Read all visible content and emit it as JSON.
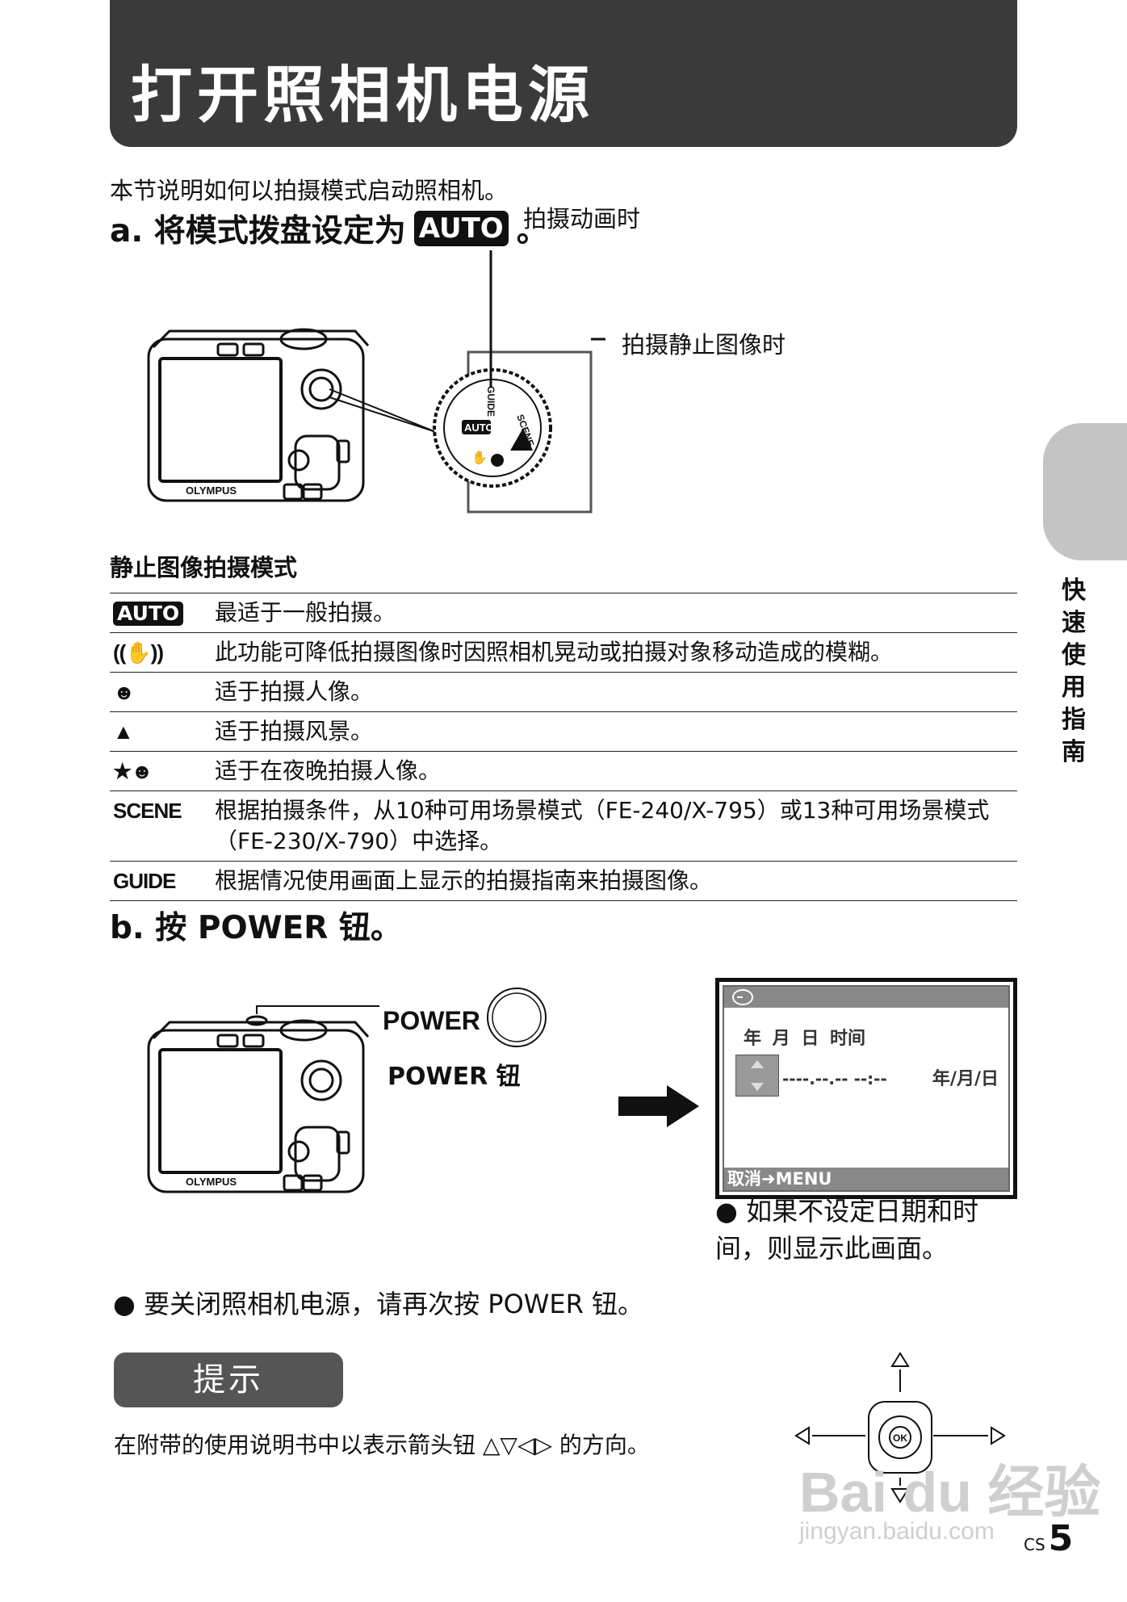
{
  "title": "打开照相机电源",
  "intro": "本节说明如何以拍摄模式启动照相机。",
  "step_a": {
    "prefix": "a. 将模式拨盘设定为",
    "badge": "AUTO",
    "suffix": "。"
  },
  "callouts": {
    "movie": "拍摄动画时",
    "still": "拍摄静止图像时"
  },
  "camera": {
    "brand": "OLYMPUS",
    "menu": "MENU",
    "ok": "OK"
  },
  "dial": {
    "guide": "GUIDE",
    "scene": "SCENE",
    "auto": "AUTO"
  },
  "modes_heading": "静止图像拍摄模式",
  "modes": [
    {
      "symbol": "AUTO",
      "icon": "auto-mode-icon",
      "desc": "最适于一般拍摄。"
    },
    {
      "symbol": "((✋))",
      "icon": "stabilization-icon",
      "desc": "此功能可降低拍摄图像时因照相机晃动或拍摄对象移动造成的模糊。"
    },
    {
      "symbol": "☻",
      "icon": "portrait-icon",
      "desc": "适于拍摄人像。"
    },
    {
      "symbol": "▲",
      "icon": "landscape-icon",
      "desc": "适于拍摄风景。"
    },
    {
      "symbol": "★☻",
      "icon": "night-portrait-icon",
      "desc": "适于在夜晚拍摄人像。"
    },
    {
      "symbol": "SCENE",
      "icon": "scene-mode-icon",
      "desc": "根据拍摄条件，从10种可用场景模式（FE-240/X-795）或13种可用场景模式（FE-230/X-790）中选择。"
    },
    {
      "symbol": "GUIDE",
      "icon": "guide-mode-icon",
      "desc": "根据情况使用画面上显示的拍摄指南来拍摄图像。"
    }
  ],
  "step_b": "b. 按 POWER 钮。",
  "power_label": "POWER",
  "power_button_label": "POWER 钮",
  "screen": {
    "header": "年 月 日 时间",
    "values": "----.--.-- --:--",
    "order": "年/月/日",
    "footer": "取消➜MENU"
  },
  "screen_note": "如果不设定日期和时间，则显示此画面。",
  "power_off_note": "要关闭照相机电源，请再次按 POWER 钮。",
  "tip_title": "提示",
  "tip_text": "在附带的使用说明书中以表示箭头钮 △▽◁▷ 的方向。",
  "side_tab": "快速使用指南",
  "page": {
    "prefix": "CS",
    "number": "5"
  },
  "watermark": {
    "brand": "Bai du 经验",
    "url": "jingyan.baidu.com"
  }
}
